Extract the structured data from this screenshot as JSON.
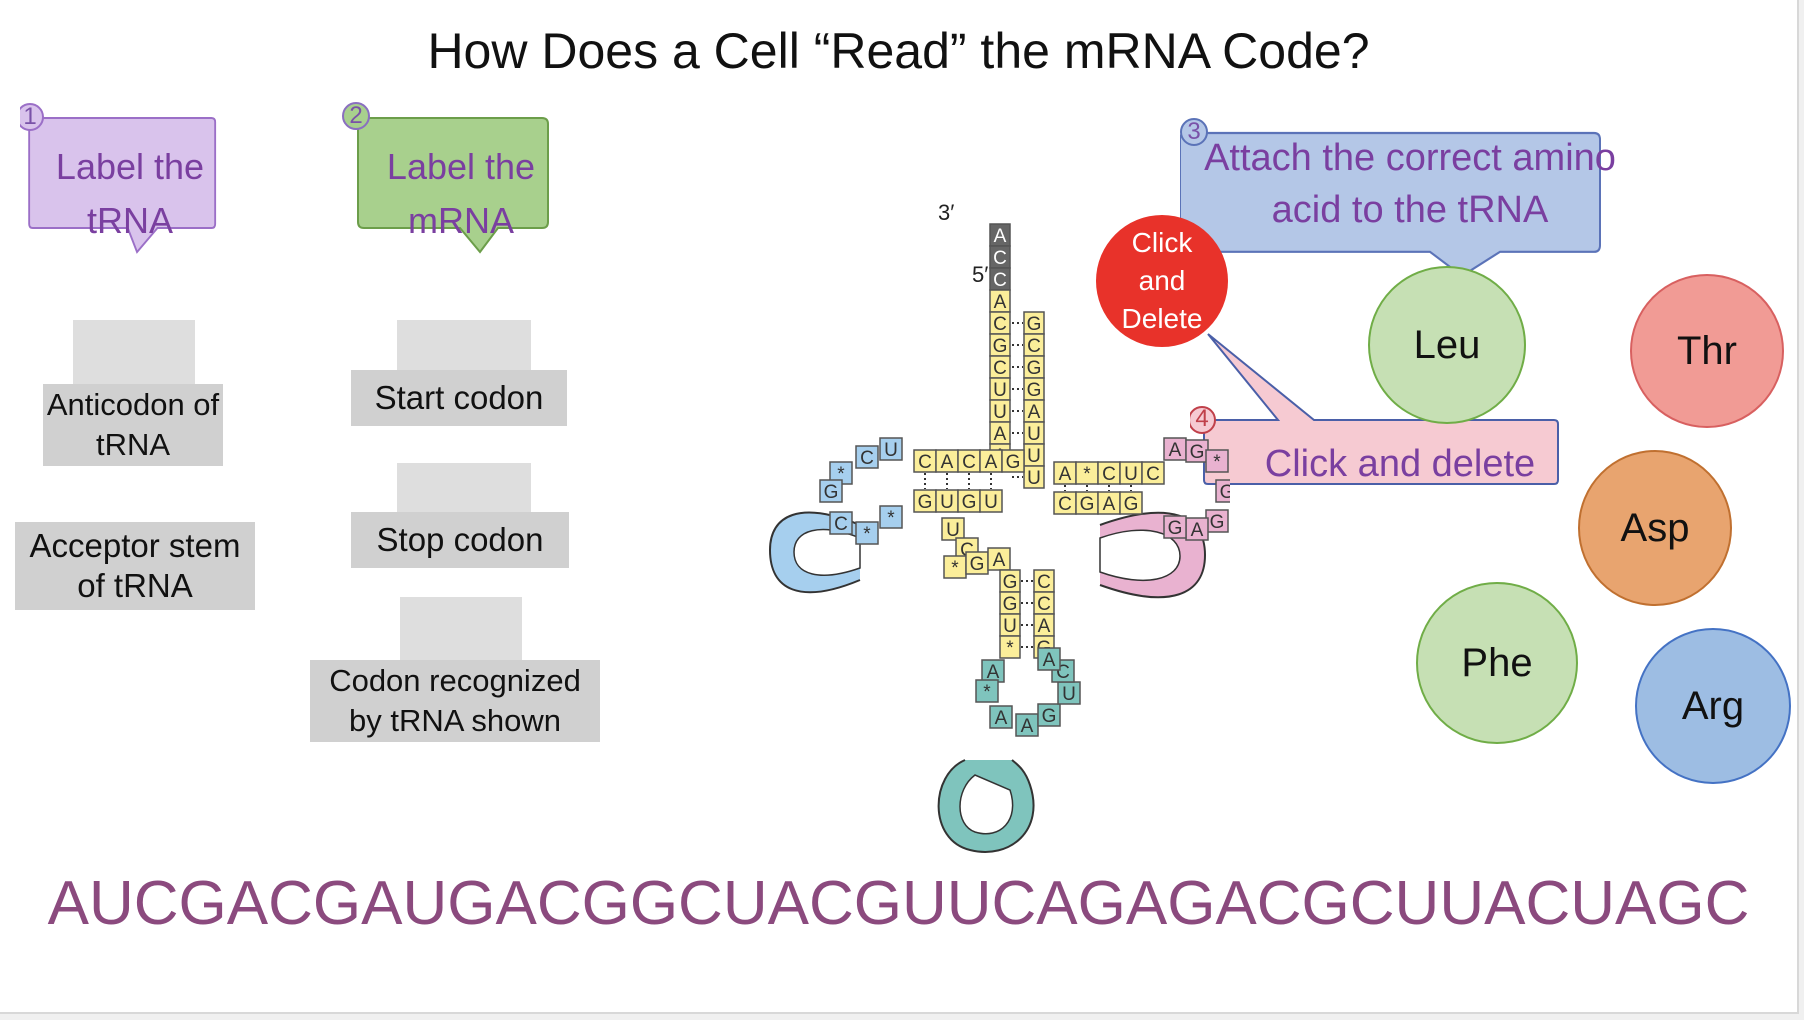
{
  "title": "How Does a Cell “Read” the mRNA Code?",
  "callouts": {
    "c1": {
      "number": "1",
      "text": "Label the tRNA"
    },
    "c2": {
      "number": "2",
      "text": "Label the mRNA"
    },
    "c3": {
      "number": "3",
      "text": "Attach the correct amino acid to the tRNA"
    },
    "c4": {
      "number": "4",
      "text": "Click and delete"
    }
  },
  "trna_labels": {
    "anticodon": "Anticodon of tRNA",
    "acceptor": "Acceptor stem of tRNA"
  },
  "mrna_labels": {
    "start": "Start codon",
    "stop": "Stop codon",
    "recognized": "Codon recognized by tRNA shown"
  },
  "delete_button": "Click and Delete",
  "amino_acids": [
    {
      "name": "Leu",
      "color": "#c6e0b4"
    },
    {
      "name": "Thr",
      "color": "#f19b95"
    },
    {
      "name": "Asp",
      "color": "#e8a46f"
    },
    {
      "name": "Phe",
      "color": "#c6e0b4"
    },
    {
      "name": "Arg",
      "color": "#9dbde3"
    }
  ],
  "trna_diagram": {
    "end3": "3′",
    "end5": "5′",
    "acceptor_tail": [
      "A",
      "C",
      "C"
    ],
    "acceptor_left": [
      "A",
      "C",
      "G",
      "C",
      "U",
      "U",
      "A",
      "A"
    ],
    "acceptor_right": [
      "G",
      "C",
      "G",
      "G",
      "A",
      "U",
      "U",
      "U"
    ],
    "d_arm_top": [
      "C",
      "A",
      "C",
      "A",
      "G"
    ],
    "d_arm_bottom": [
      "G",
      "U",
      "G",
      "U"
    ],
    "d_loop": [
      "U",
      "C",
      "*",
      "G",
      "C",
      "*",
      "*"
    ],
    "t_arm_top": [
      "A",
      "*",
      "C",
      "U",
      "C"
    ],
    "t_arm_bottom": [
      "C",
      "G",
      "A",
      "G"
    ],
    "t_loop": [
      "A",
      "G",
      "*",
      "G",
      "G",
      "A",
      "G"
    ],
    "anticodon_left": [
      "G",
      "G",
      "U",
      "*"
    ],
    "anticodon_right": [
      "C",
      "C",
      "A",
      "G"
    ],
    "variable": [
      "U",
      "C",
      "*",
      "G",
      "A"
    ],
    "anticodon_loop": [
      "A",
      "*",
      "A",
      "A",
      "G",
      "U",
      "C",
      "A"
    ]
  },
  "mrna_sequence": "AUCGACGAUGACGGCUACGUUCAGAGACGCUUACUAGC"
}
